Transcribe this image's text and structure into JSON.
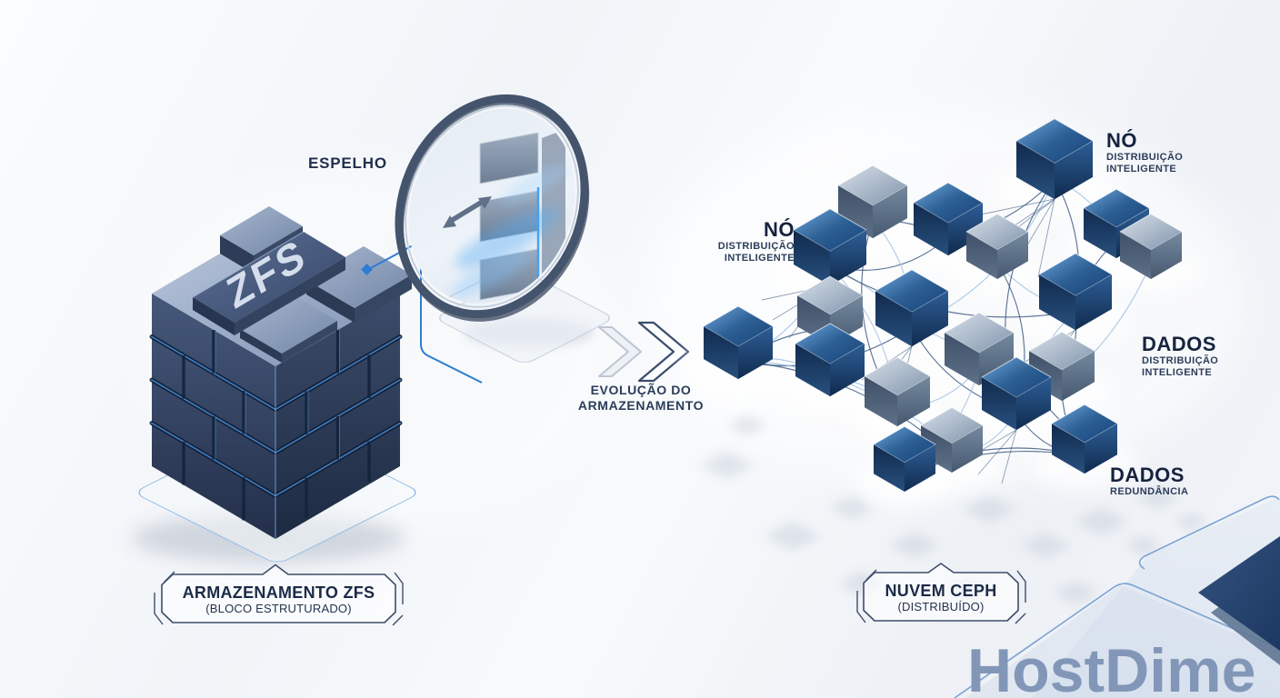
{
  "zfs": {
    "block_text": "ZFS",
    "mirror_label": "ESPELHO",
    "badge_title": "ARMAZENAMENTO ZFS",
    "badge_subtitle": "(BLOCO ESTRUTURADO)"
  },
  "evolution": {
    "line1": "EVOLUÇÃO DO",
    "line2": "ARMAZENAMENTO"
  },
  "ceph": {
    "badge_title": "NUVEM CEPH",
    "badge_subtitle": "(DISTRIBUÍDO)",
    "labels": {
      "node_left": {
        "title": "NÓ",
        "sub1": "DISTRIBUIÇÃO",
        "sub2": "INTELIGENTE"
      },
      "node_top": {
        "title": "NÓ",
        "sub1": "DISTRIBUIÇÃO",
        "sub2": "INTELIGENTE"
      },
      "data_right": {
        "title": "DADOS",
        "sub1": "DISTRIBUIÇÃO",
        "sub2": "INTELIGENTE"
      },
      "data_bottom": {
        "title": "DADOS",
        "sub1": "REDUNDÂNCIA"
      }
    }
  },
  "branding": {
    "logo": "HostDime"
  },
  "icons": {
    "mirror": "mirror-ellipse-icon",
    "mirror_arrow": "double-arrow-icon",
    "evolution_arrows": "double-chevron-right-icon"
  },
  "colors": {
    "accent_blue": "#2e7cd4",
    "navy_text": "#1e2d4a",
    "cube_dark": "#1c4a84",
    "cube_gray": "#8ba0b8",
    "line_light": "#9cc0e6",
    "line_dark": "#35547e",
    "logo": "#8297b8",
    "background": "#f2f4f8"
  }
}
